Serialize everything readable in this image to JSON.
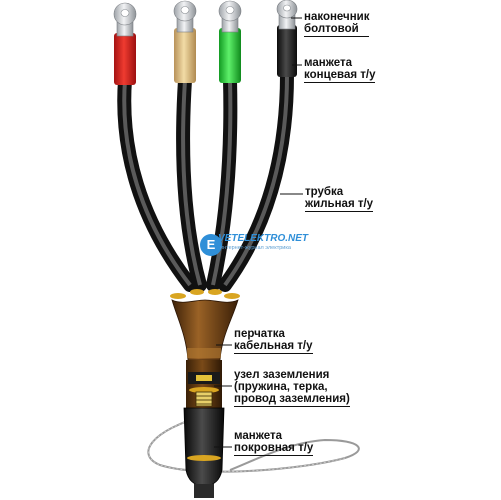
{
  "labels": {
    "lug": [
      "наконечник",
      "болтовой"
    ],
    "end_cap": [
      "манжета",
      "концевая т/у"
    ],
    "tube": [
      "трубка",
      "жильная т/у"
    ],
    "glove": [
      "перчатка",
      "кабельная т/у"
    ],
    "grounding": [
      "узел заземления",
      "(пружина,  терка,",
      "провод заземления)"
    ],
    "outer_sleeve": [
      "манжета",
      "покровная т/у"
    ]
  },
  "watermark": {
    "logo": "VETELEKTRO.NET",
    "tagline": "интернет-журнал электрика"
  },
  "colors": {
    "phase_red": "#d42020",
    "phase_yellow": "#e2c27a",
    "phase_green": "#22c23a",
    "phase_black": "#1a1a1a",
    "cable": "#2e2e2e",
    "glove": "#6b3f15",
    "sleeve": "#1c1c1c",
    "ring": "#d9a521",
    "lug": "#cfd2d6",
    "watermark": "#2f8fd8"
  }
}
